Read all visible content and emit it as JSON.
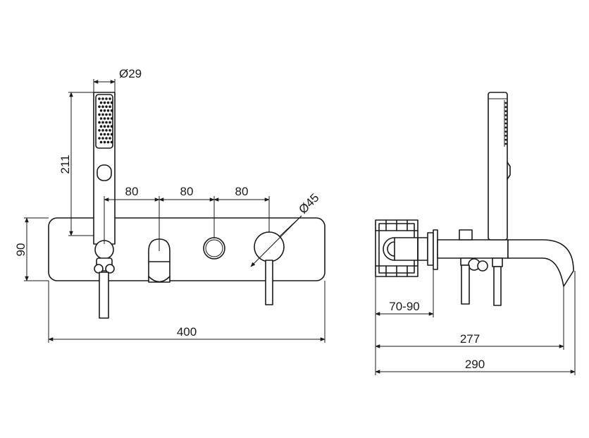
{
  "front_view": {
    "handshower_diameter": "Ø29",
    "handshower_height": "211",
    "spacing_1": "80",
    "spacing_2": "80",
    "spacing_3": "80",
    "handle_diameter": "Ø45",
    "plate_height": "90",
    "plate_width": "400"
  },
  "side_view": {
    "wall_depth": "70-90",
    "depth_to_spout": "277",
    "total_depth": "290"
  },
  "colors": {
    "line": "#1a1a1a",
    "background": "#ffffff"
  }
}
